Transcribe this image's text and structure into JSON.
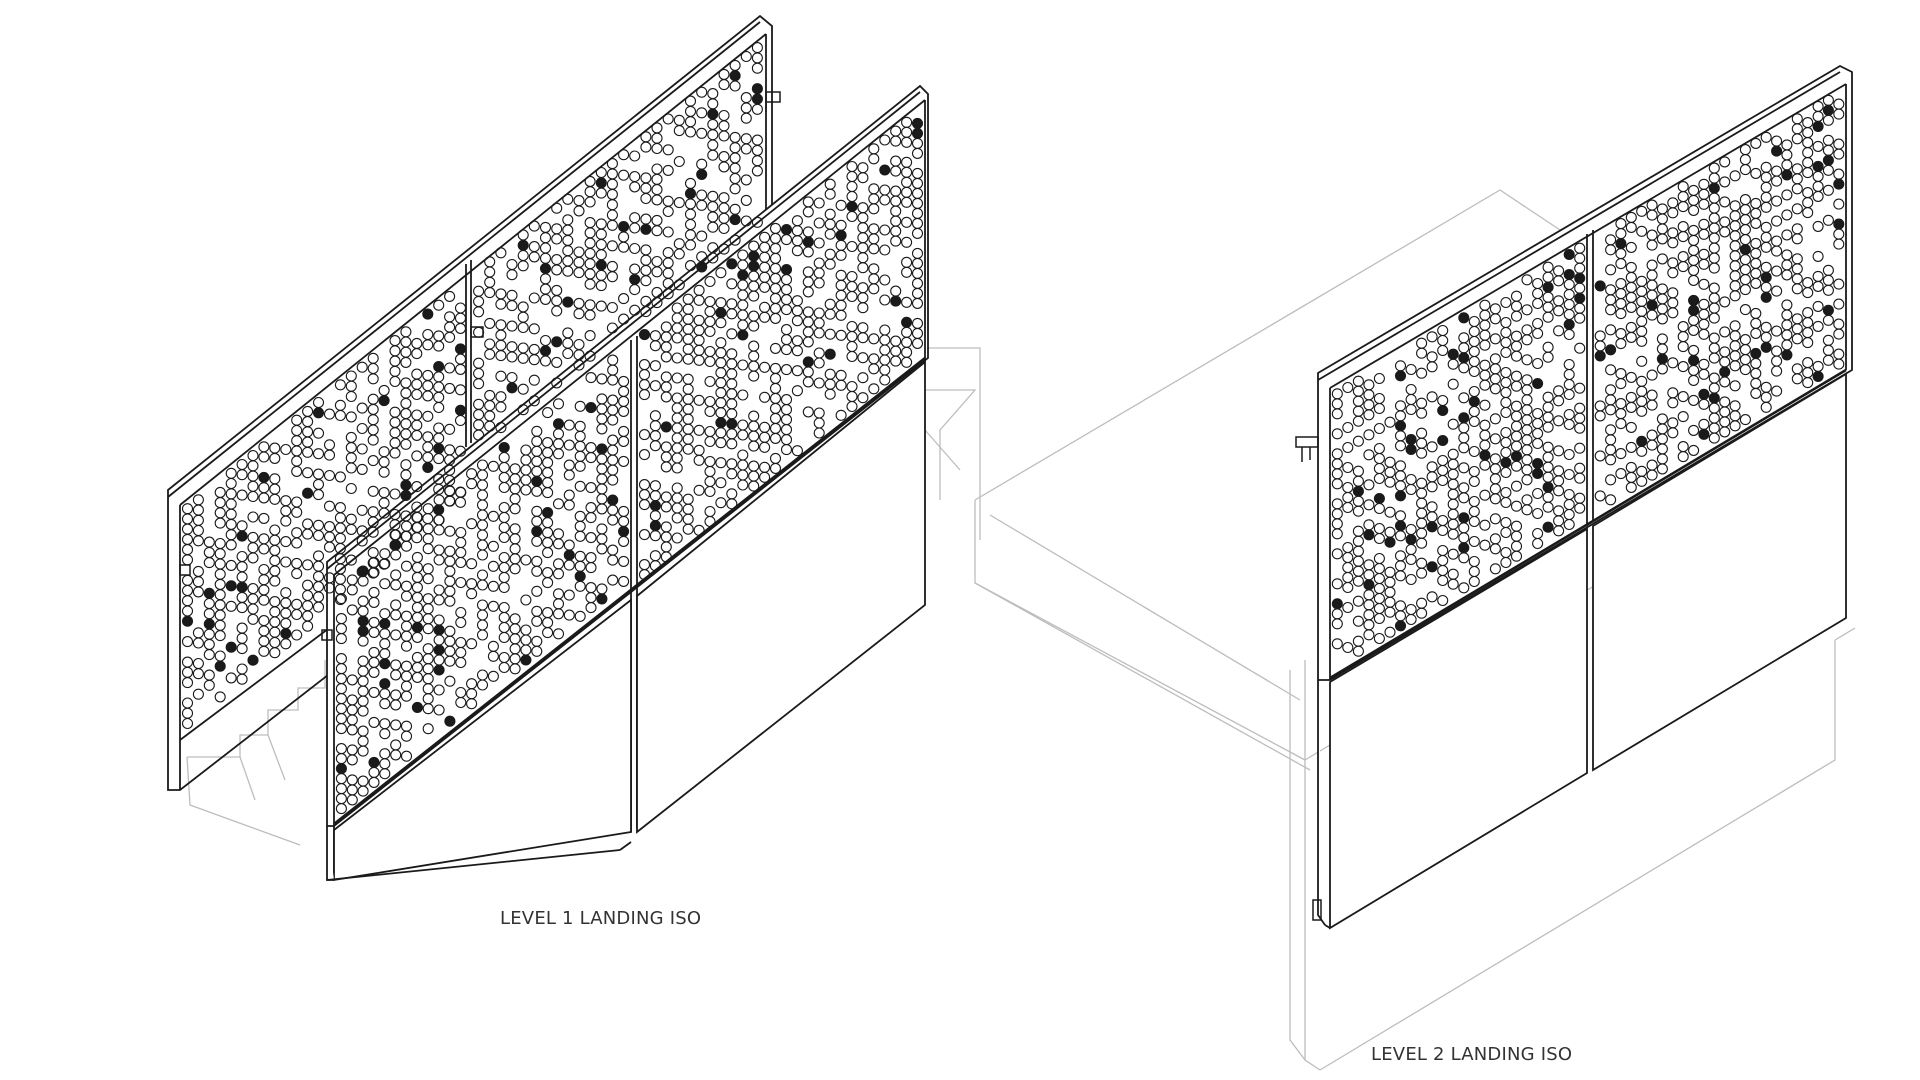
{
  "views": [
    {
      "id": "level-1",
      "caption": "LEVEL 1 LANDING ISO"
    },
    {
      "id": "level-2",
      "caption": "LEVEL 2 LANDING ISO"
    }
  ],
  "colors": {
    "line": "#1a1a1a",
    "context_line": "#bdbdbd",
    "background": "#ffffff"
  }
}
